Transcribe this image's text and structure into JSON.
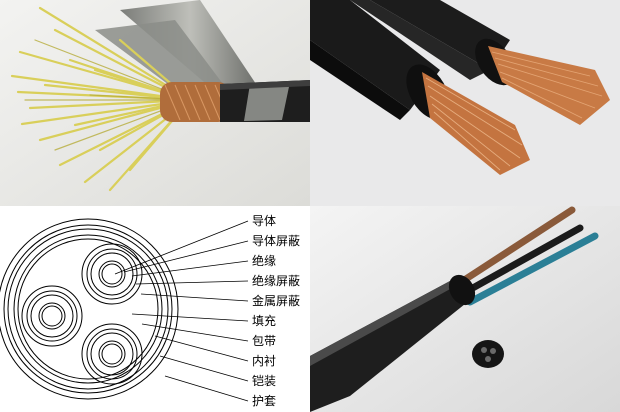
{
  "collage": {
    "panels": [
      {
        "name": "shielded-control-cable-photo",
        "icon": "multicore-yellow-wire-cable"
      },
      {
        "name": "black-rubber-cables-photo",
        "icon": "two-copper-strand-cables"
      },
      {
        "name": "cable-cross-section-diagram",
        "icon": "three-core-cross-section"
      },
      {
        "name": "three-core-cable-photo",
        "icon": "black-sheathed-cable-brown-black-blue"
      }
    ]
  },
  "diagram": {
    "labels": [
      "导体",
      "导体屏蔽",
      "绝缘",
      "绝缘屏蔽",
      "金属屏蔽",
      "填充",
      "包带",
      "内衬",
      "铠装",
      "护套"
    ]
  },
  "colors": {
    "copper": "#c87a45",
    "yellow_wire": "#d9cf5a",
    "sheath": "#1e1e1e",
    "wire_brown": "#8a5a3a",
    "wire_blue": "#2b7f96"
  }
}
